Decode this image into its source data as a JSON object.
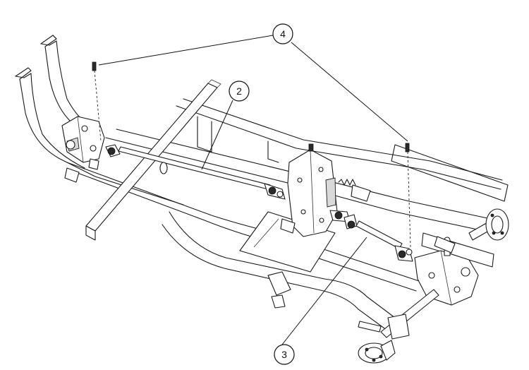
{
  "callouts": [
    {
      "id": "callout-4",
      "label": "4"
    },
    {
      "id": "callout-2",
      "label": "2"
    },
    {
      "id": "callout-3",
      "label": "3"
    }
  ]
}
